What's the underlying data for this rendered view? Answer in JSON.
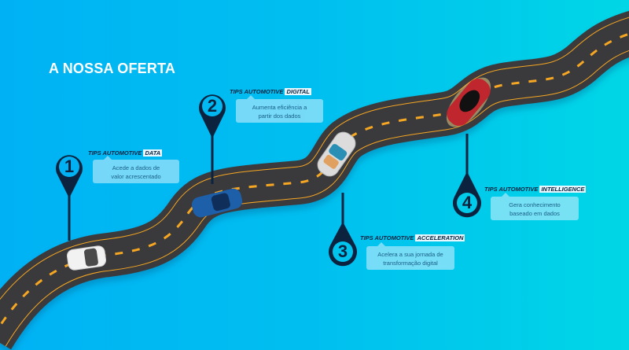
{
  "title": "A NOSSA OFERTA",
  "colors": {
    "background_left": "#00b2f4",
    "background_right": "#00d6e6",
    "road": "#3a3a3c",
    "road_lines": "#f5a623",
    "pin": "#0c2340"
  },
  "milestones": [
    {
      "number": "1",
      "label_prefix": "TIPS AUTOMOTIVE",
      "label_highlight": "DATA",
      "description_line1": "Acede a dados de",
      "description_line2": "valor acrescentado",
      "icon": "map-pin-icon"
    },
    {
      "number": "2",
      "label_prefix": "TIPS AUTOMOTIVE",
      "label_highlight": "DIGITAL",
      "description_line1": "Aumenta eficiência a",
      "description_line2": "partir dos dados",
      "icon": "map-pin-icon"
    },
    {
      "number": "3",
      "label_prefix": "TIPS AUTOMOTIVE",
      "label_highlight": "ACCELERATION",
      "description_line1": "Acelera a sua jornada de",
      "description_line2": "transformação digital",
      "icon": "map-pin-icon"
    },
    {
      "number": "4",
      "label_prefix": "TIPS AUTOMOTIVE",
      "label_highlight": "INTELLIGENCE",
      "description_line1": "Gera conhecimento",
      "description_line2": "baseado em dados",
      "icon": "map-pin-icon"
    }
  ],
  "cars": [
    {
      "name": "white-hatchback",
      "color": "#f2f2f2"
    },
    {
      "name": "blue-sedan",
      "color": "#1d5fa8"
    },
    {
      "name": "silver-convertible",
      "color": "#d9d9d9"
    },
    {
      "name": "red-sportscar",
      "color": "#c0262d"
    }
  ]
}
